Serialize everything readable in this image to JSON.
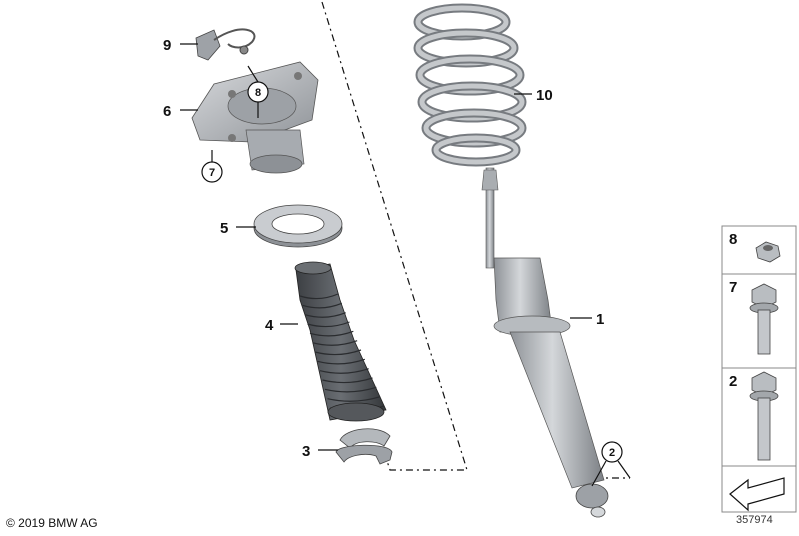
{
  "callouts": {
    "c1": "1",
    "c2": "2",
    "c3": "3",
    "c4": "4",
    "c5": "5",
    "c6": "6",
    "c7": "7",
    "c8": "8",
    "c9": "9",
    "c10": "10"
  },
  "circled": {
    "c7": "7",
    "c8": "8",
    "c2": "2"
  },
  "legend": [
    {
      "number": "8",
      "part": "flange-nut"
    },
    {
      "number": "7",
      "part": "hex-flange-bolt"
    },
    {
      "number": "2",
      "part": "hex-flange-bolt-long"
    }
  ],
  "footer": {
    "copyright": "© 2019 BMW AG",
    "diagram_id": "357974"
  },
  "colors": {
    "part_fill": "#c9ccd0",
    "part_dark": "#6e7378",
    "boot_fill": "#4a4d51",
    "spring_fill": "#b7babd",
    "line": "#111111",
    "legend_border": "#888888"
  }
}
